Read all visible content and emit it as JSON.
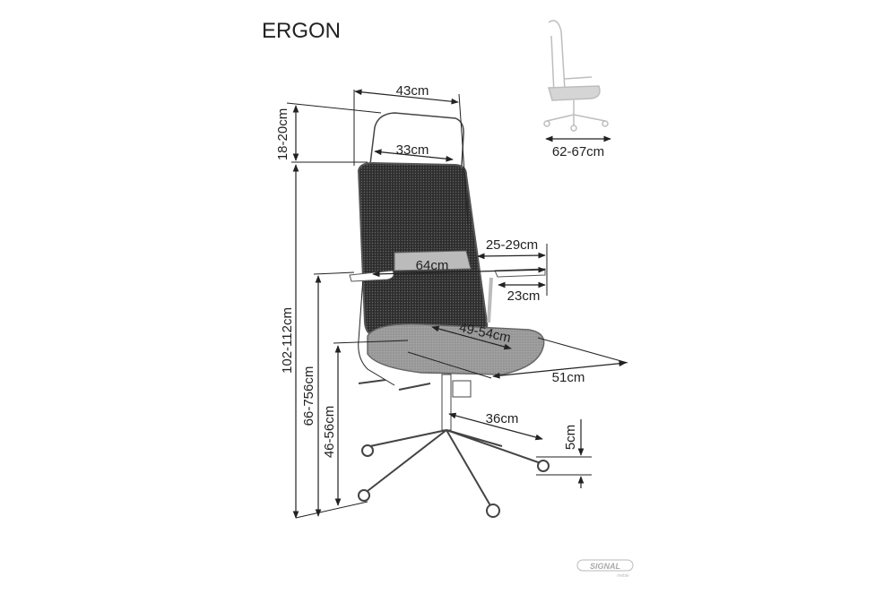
{
  "title": "ERGON",
  "dimensions": {
    "headrest_width": "43cm",
    "headrest_height": "18-20cm",
    "headrest_inner_width": "33cm",
    "overall_width_thumbnail": "62-67cm",
    "armrest_depth_range": "25-29cm",
    "armrest_span": "64cm",
    "armrest_length": "23cm",
    "seat_depth": "49-54cm",
    "seat_width": "51cm",
    "total_height": "102-112cm",
    "armrest_height": "66-756cm",
    "seat_height": "46-56cm",
    "base_radius": "36cm",
    "caster_height": "5cm"
  },
  "logo": {
    "brand": "SIGNAL",
    "sub": "meble"
  },
  "colors": {
    "mesh": "#3a3a3a",
    "seat": "#9a9a9a",
    "line": "#222222"
  }
}
